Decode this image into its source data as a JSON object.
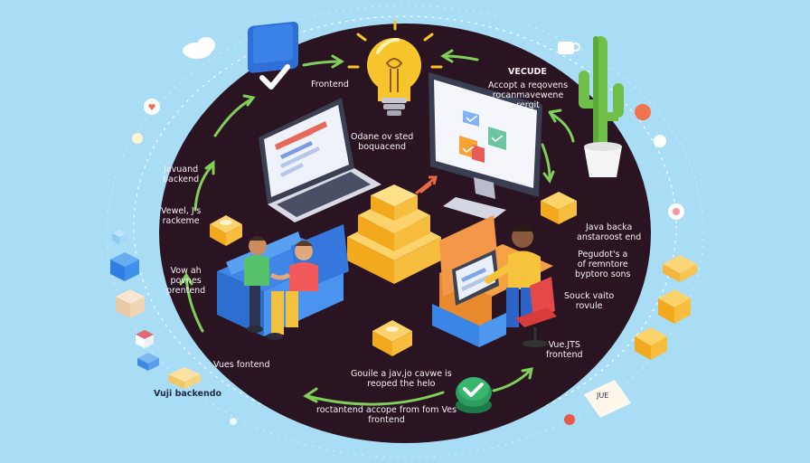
{
  "labels": {
    "frontend_top": "Frontend",
    "vecude": "VECUDE",
    "accept_requests": "Accopt a reqovens\nrocanmavewene\nrergit",
    "odane": "Odane ov sted\nboquacend",
    "javuand": "Javuand\nbackend",
    "vewel": "Vewel, J's\nrackeme",
    "vow_ah": "Vow ah\npovnes\nprentend",
    "java_backa": "Java backa\nanstaroost end",
    "pegudots": "Pegudot's a\nof remntore\nbyptoro sons",
    "souck": "Souck vaito\nrovule",
    "vues_frontend": "Vues fontend",
    "vuejs_frontend": "Vue.JTS\nfrontend",
    "gouile": "Gouile a jav,jo cavwe is\nreoped the helo",
    "roctantend": "roctantend accope from fom Ves\nfrontend",
    "vuji_backend": "Vuji backendo",
    "jue": "JUE"
  },
  "colors": {
    "background": "#a9ddf6",
    "circle": "#2b1422",
    "arrow": "#7fcf5a",
    "check_badge": "#3a82e8",
    "bulb": "#f7c52b",
    "stack": "#f7b11c"
  }
}
